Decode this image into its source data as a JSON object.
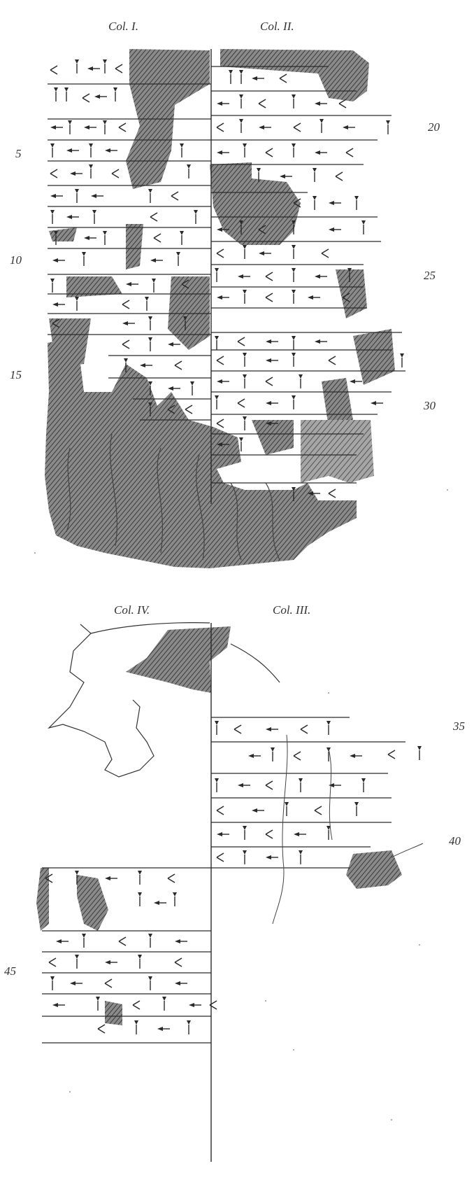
{
  "columns": {
    "col1": "Col. I.",
    "col2": "Col. II.",
    "col3": "Col. III.",
    "col4": "Col. IV."
  },
  "line_numbers": {
    "n5": "5",
    "n10": "10",
    "n15": "15",
    "n20": "20",
    "n25": "25",
    "n30": "30",
    "n35": "35",
    "n40": "40",
    "n45": "45"
  },
  "colors": {
    "ink": "#2a2a2a",
    "hatch": "#555555",
    "paper": "#ffffff"
  }
}
